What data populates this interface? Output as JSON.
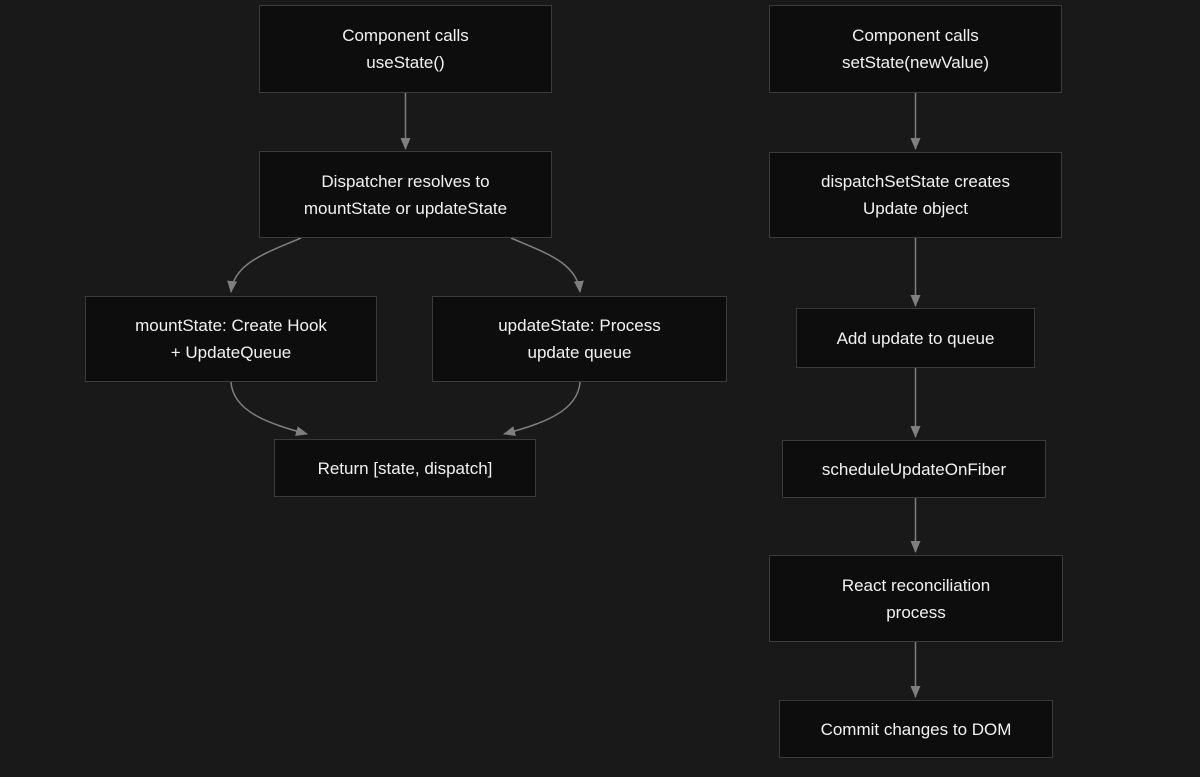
{
  "theme": {
    "background": "#191919",
    "node_fill": "#0d0d0d",
    "node_border": "#3b3b3b",
    "text_color": "#f2f2f2",
    "edge_color": "#7f7f7f"
  },
  "diagram": {
    "type": "flowchart",
    "flows": [
      {
        "name": "useState-flow",
        "node_ids": [
          "usestate",
          "dispatcher",
          "mountstate",
          "updatestate",
          "return"
        ]
      },
      {
        "name": "setState-flow",
        "node_ids": [
          "setstate",
          "dispatchsetstate",
          "addqueue",
          "schedule",
          "reconcile",
          "commit"
        ]
      }
    ],
    "nodes": {
      "usestate": {
        "label": "Component calls\nuseState()"
      },
      "dispatcher": {
        "label": "Dispatcher resolves to\nmountState or updateState"
      },
      "mountstate": {
        "label": "mountState: Create Hook\n+ UpdateQueue"
      },
      "updatestate": {
        "label": "updateState: Process\nupdate queue"
      },
      "return": {
        "label": "Return [state, dispatch]"
      },
      "setstate": {
        "label": "Component calls\nsetState(newValue)"
      },
      "dispatchsetstate": {
        "label": "dispatchSetState creates\nUpdate object"
      },
      "addqueue": {
        "label": "Add update to queue"
      },
      "schedule": {
        "label": "scheduleUpdateOnFiber"
      },
      "reconcile": {
        "label": "React reconciliation\nprocess"
      },
      "commit": {
        "label": "Commit changes to DOM"
      }
    },
    "edges": [
      {
        "from": "usestate",
        "to": "dispatcher"
      },
      {
        "from": "dispatcher",
        "to": "mountstate"
      },
      {
        "from": "dispatcher",
        "to": "updatestate"
      },
      {
        "from": "mountstate",
        "to": "return"
      },
      {
        "from": "updatestate",
        "to": "return"
      },
      {
        "from": "setstate",
        "to": "dispatchsetstate"
      },
      {
        "from": "dispatchsetstate",
        "to": "addqueue"
      },
      {
        "from": "addqueue",
        "to": "schedule"
      },
      {
        "from": "schedule",
        "to": "reconcile"
      },
      {
        "from": "reconcile",
        "to": "commit"
      }
    ]
  }
}
